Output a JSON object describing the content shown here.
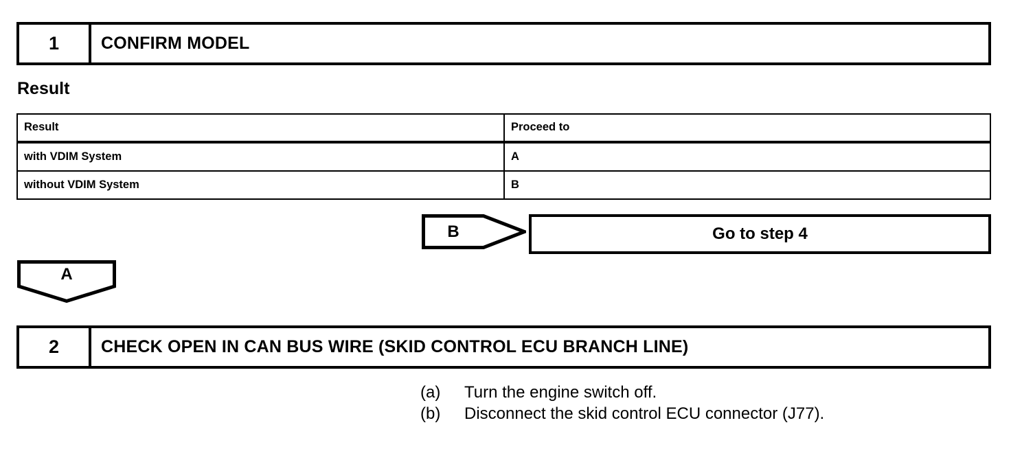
{
  "document": {
    "steps": [
      {
        "number": "1",
        "title": "CONFIRM MODEL"
      },
      {
        "number": "2",
        "title": "CHECK OPEN IN CAN BUS WIRE (SKID CONTROL ECU BRANCH LINE)"
      }
    ],
    "result_section": {
      "caption": "Result",
      "columns": [
        "Result",
        "Proceed to"
      ],
      "rows": [
        {
          "result": "with VDIM System",
          "proceed_to": "A"
        },
        {
          "result": "without VDIM System",
          "proceed_to": "B"
        }
      ]
    },
    "jump_markers": {
      "b": {
        "label": "B",
        "target_label": "Go to step 4"
      },
      "a": {
        "label": "A"
      }
    },
    "instructions": [
      {
        "tag": "(a)",
        "text": "Turn the engine switch off."
      },
      {
        "tag": "(b)",
        "text": "Disconnect the skid control ECU connector (J77)."
      }
    ]
  },
  "colors": {
    "ink": "#000000",
    "paper": "#ffffff"
  }
}
